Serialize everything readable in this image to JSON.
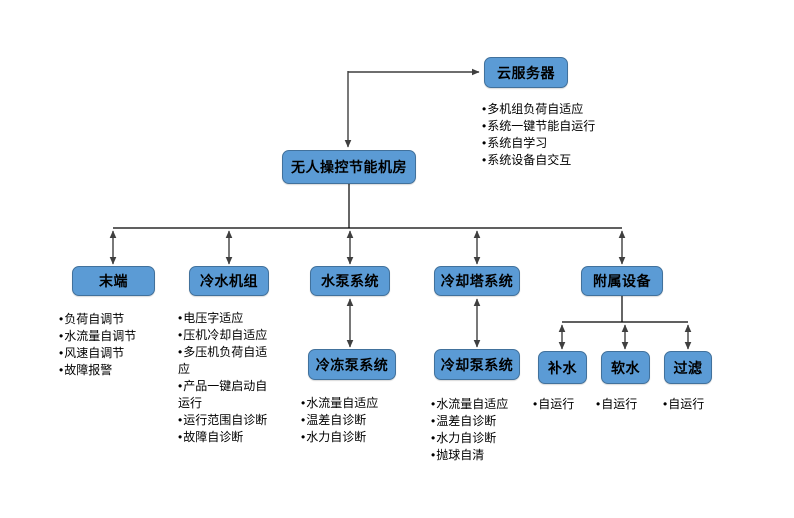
{
  "colors": {
    "box_fill": "#5B9BD5",
    "box_border": "#41719C",
    "line": "#000000",
    "connector": "#3F3F3F"
  },
  "nodes": {
    "cloud": {
      "label": "云服务器",
      "bullets": [
        "多机组负荷自适应",
        "系统一键节能自运行",
        "系统自学习",
        "系统设备自交互"
      ]
    },
    "root": {
      "label": "无人操控节能机房"
    },
    "terminal": {
      "label": "末端",
      "bullets": [
        "负荷自调节",
        "水流量自调节",
        "风速自调节",
        "故障报警"
      ]
    },
    "chiller": {
      "label": "冷水机组",
      "bullets": [
        "电压字适应",
        "压机冷却自适应",
        "多压机负荷自适应",
        "产品一键启动自运行",
        "运行范围自诊断",
        "故障自诊断"
      ]
    },
    "pump_system": {
      "label": "水泵系统"
    },
    "chilled_pump_system": {
      "label": "冷冻泵系统",
      "bullets": [
        "水流量自适应",
        "温差自诊断",
        "水力自诊断"
      ]
    },
    "cooling_tower_system": {
      "label": "冷却塔系统"
    },
    "cooling_pump_system": {
      "label": "冷却泵系统",
      "bullets": [
        "水流量自适应",
        "温差自诊断",
        "水力自诊断",
        "抛球自清"
      ]
    },
    "auxiliary": {
      "label": "附属设备"
    },
    "makeup_water": {
      "label": "补水",
      "bullets": [
        "自运行"
      ]
    },
    "soft_water": {
      "label": "软水",
      "bullets": [
        "自运行"
      ]
    },
    "filter": {
      "label": "过滤",
      "bullets": [
        "自运行"
      ]
    }
  }
}
